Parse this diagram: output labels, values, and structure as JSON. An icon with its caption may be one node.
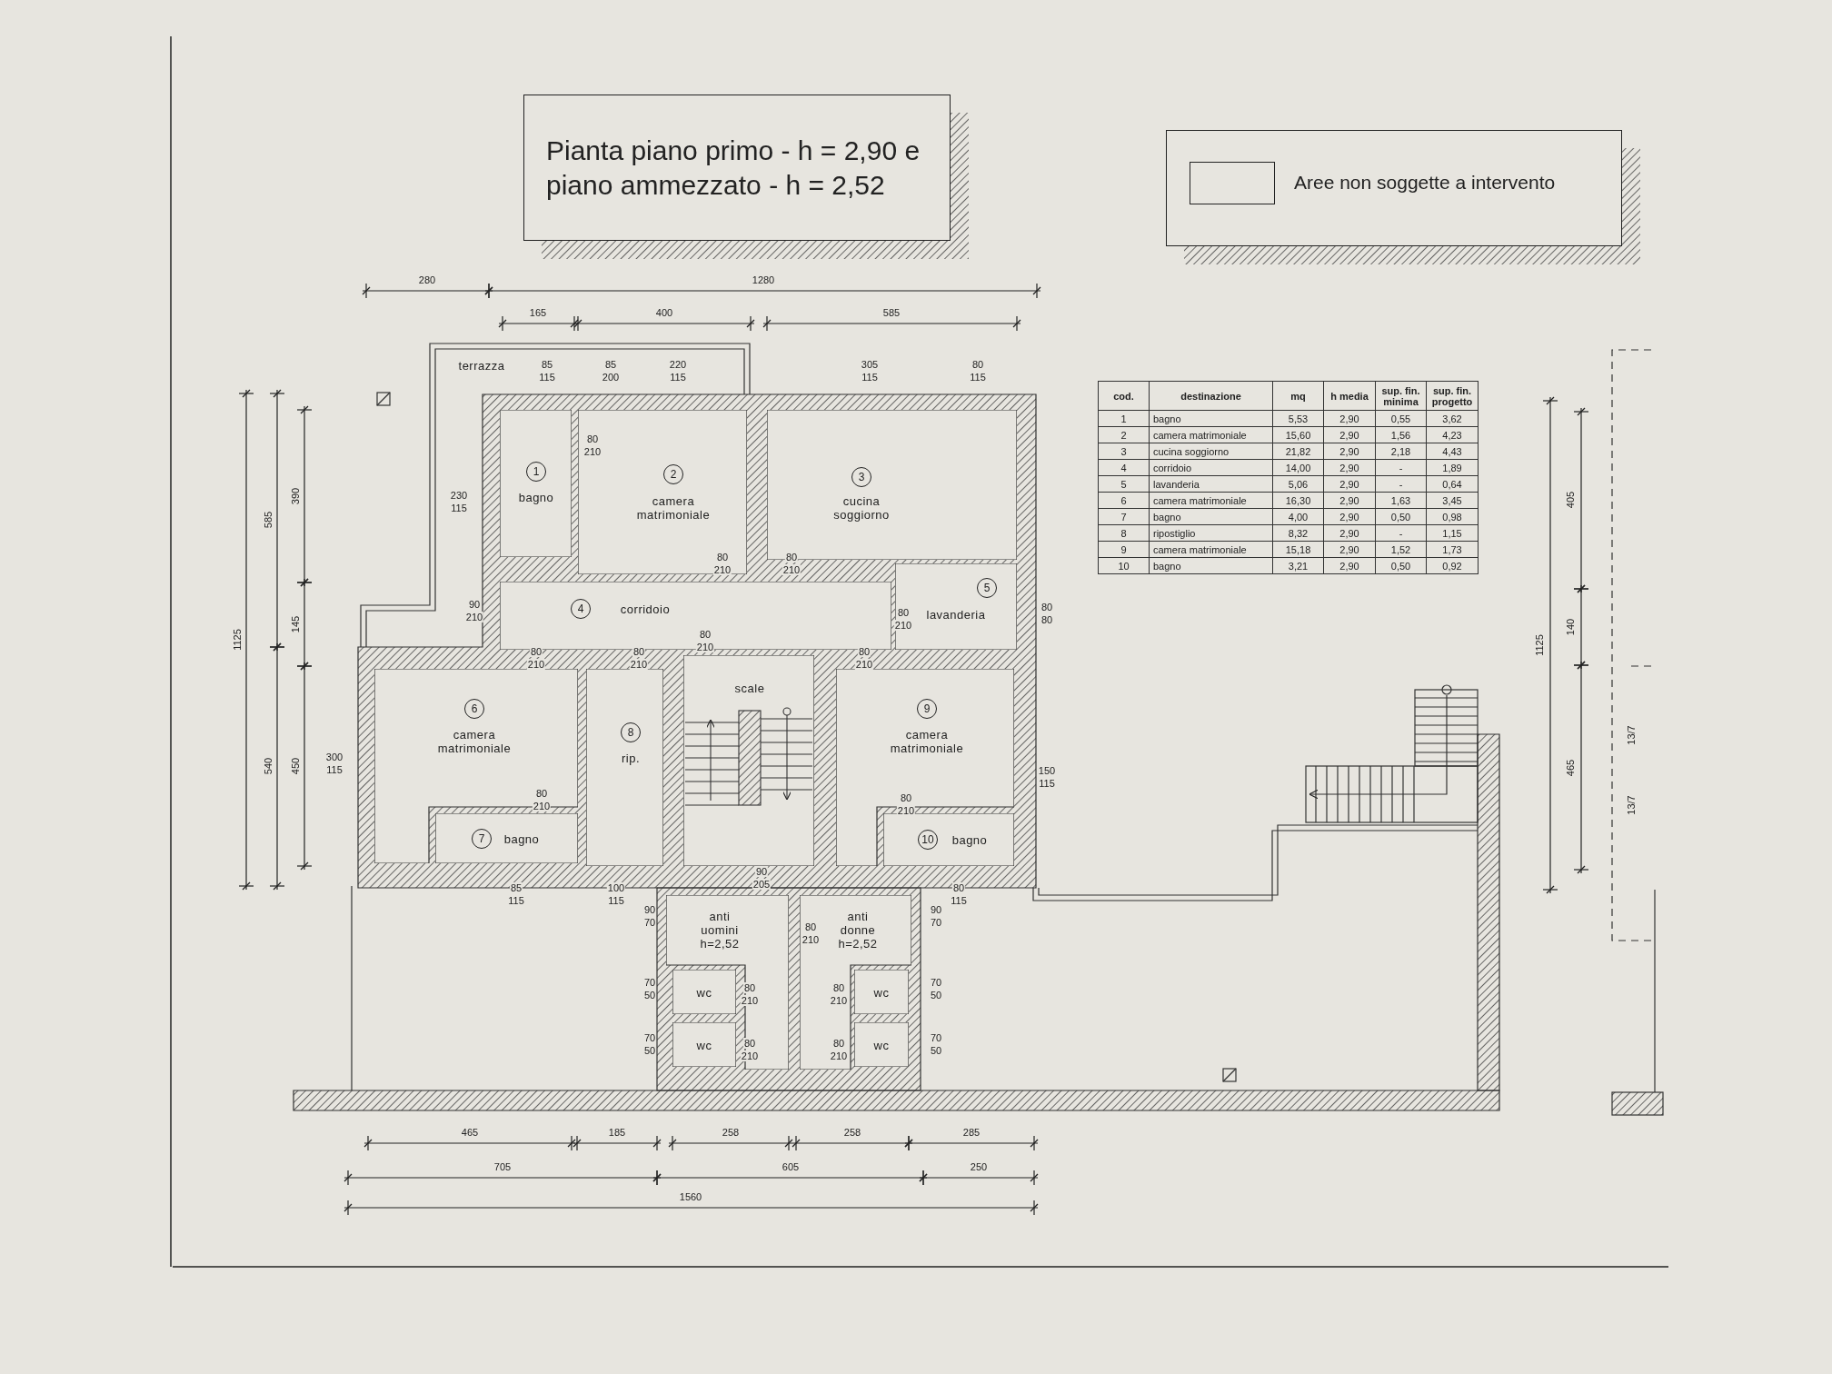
{
  "diagram": {
    "title": "Pianta piano primo - h = 2,90 e piano ammezzato - h = 2,52",
    "nodes": [
      {
        "text": [
          "terrazza"
        ]
      },
      {
        "text": [
          "bagno"
        ]
      },
      {
        "text": [
          "1"
        ],
        "in": 1
      },
      {
        "text": [
          "camera matrimoniale"
        ]
      },
      {
        "text": [
          "2"
        ],
        "in": 3
      },
      {
        "text": [
          "cucina soggiorno"
        ]
      },
      {
        "text": [
          "3"
        ],
        "in": 5
      },
      {
        "text": [
          "lavanderia"
        ]
      },
      {
        "text": [
          "5"
        ],
        "in": 7
      },
      {
        "text": [
          "corridoio"
        ]
      },
      {
        "text": [
          "4"
        ],
        "in": 9
      },
      {
        "text": [
          "camera matrimoniale"
        ]
      },
      {
        "text": [
          "6"
        ],
        "in": 11
      },
      {
        "text": [
          "rip."
        ]
      },
      {
        "text": [
          "8"
        ],
        "in": 13
      },
      {
        "text": [
          "scale"
        ]
      },
      {
        "text": [
          "camera matrimoniale"
        ]
      },
      {
        "text": [
          "9"
        ],
        "in": 16
      },
      {
        "text": [
          "bagno"
        ]
      },
      {
        "text": [
          "7"
        ],
        "in": 18
      },
      {
        "text": [
          "bagno"
        ]
      },
      {
        "text": [
          "10"
        ],
        "in": 20
      },
      {
        "text": [
          "anti uomini",
          "h=2,52"
        ]
      },
      {
        "text": [
          "anti donne",
          "h=2,52"
        ]
      },
      {
        "text": [
          "wc"
        ]
      },
      {
        "text": [
          "wc"
        ]
      },
      {
        "text": [
          "wc"
        ]
      },
      {
        "text": [
          "wc"
        ]
      }
    ],
    "labels": [
      "280",
      "1280",
      "165",
      "400",
      "585",
      "85",
      "115",
      "85",
      "200",
      "220",
      "115",
      "305",
      "115",
      "80",
      "115",
      "80",
      "210",
      "230",
      "115",
      "80",
      "210",
      "80",
      "210",
      "90",
      "210",
      "80",
      "210",
      "80",
      "80",
      "80",
      "210",
      "80",
      "210",
      "80",
      "210",
      "80",
      "210",
      "300",
      "115",
      "150",
      "115",
      "80",
      "210",
      "80",
      "210",
      "90",
      "205",
      "85",
      "115",
      "100",
      "115",
      "80",
      "115",
      "90",
      "70",
      "90",
      "70",
      "80",
      "210",
      "70",
      "50",
      "80",
      "210",
      "80",
      "210",
      "70",
      "50",
      "70",
      "50",
      "80",
      "210",
      "80",
      "210",
      "70",
      "50",
      "cod.",
      "destinazione",
      "mq",
      "h media",
      "sup. fin. minima",
      "sup. fin. progetto",
      "1",
      "bagno",
      "5,53",
      "2,90",
      "0,55",
      "3,62",
      "2",
      "camera matrimoniale",
      "15,60",
      "2,90",
      "1,56",
      "4,23",
      "3",
      "cucina soggiorno",
      "21,82",
      "2,90",
      "2,18",
      "4,43",
      "4",
      "corridoio",
      "14,00",
      "2,90",
      "-",
      "1,89",
      "5",
      "lavanderia",
      "5,06",
      "2,90",
      "-",
      "0,64",
      "6",
      "camera matrimoniale",
      "16,30",
      "2,90",
      "1,63",
      "3,45",
      "7",
      "bagno",
      "4,00",
      "2,90",
      "0,50",
      "0,98",
      "8",
      "ripostiglio",
      "8,32",
      "2,90",
      "-",
      "1,15",
      "9",
      "camera matrimoniale",
      "15,18",
      "2,90",
      "1,52",
      "1,73",
      "10",
      "bagno",
      "3,21",
      "2,90",
      "0,50",
      "0,92",
      "1125",
      "585",
      "540",
      "390",
      "145",
      "450",
      "405",
      "140",
      "465",
      "1125",
      "465",
      "185",
      "258",
      "258",
      "285",
      "705",
      "605",
      "250",
      "1560",
      "13/7",
      "13/7"
    ],
    "legend": [
      {
        "text": "Aree non soggette a intervento"
      }
    ]
  }
}
